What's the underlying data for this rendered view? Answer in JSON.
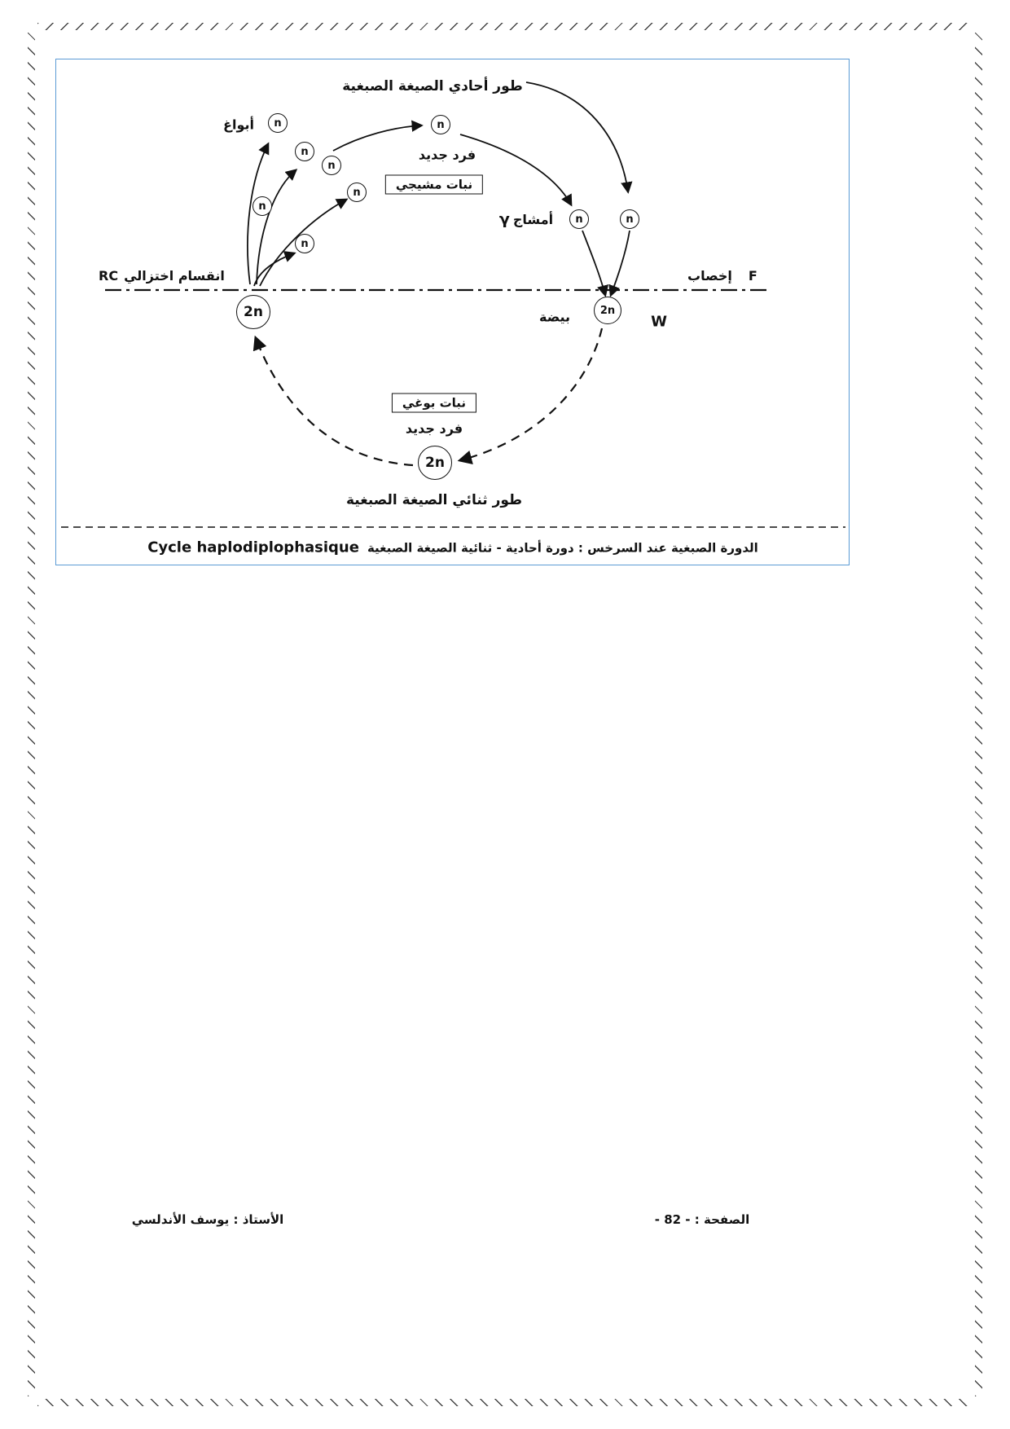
{
  "colors": {
    "box_border": "#5b9bd5",
    "ink": "#111111"
  },
  "diagram": {
    "title_haploid_phase": "طور أحادي الصيغة الصبغية",
    "title_diploid_phase": "طور ثنائي الصيغة الصبغية",
    "spores_label": "أبواغ",
    "n_label": "n",
    "label_2n": "2n",
    "new_individual_top": "فرد جديد",
    "gametophyte_box": "نبات مشيجي",
    "gametes_label": "أمشاج",
    "gametes_symbol": "γ",
    "reduction_abbr": "RC",
    "reduction_label": "انقسام اختزالي",
    "fertilization_label": "إخصاب",
    "fertilization_abbr": "F",
    "egg_label": "بيضة",
    "zygote_symbol": "W",
    "sporophyte_box": "نبات بوغي",
    "new_individual_bottom": "فرد جديد",
    "caption_ar": "الدورة الصبغية عند السرخس : دورة أحادية - ثنائية الصيغة الصبغية",
    "caption_latin": "Cycle haplodiplophasique"
  },
  "footer": {
    "teacher": "الأستاذ : يوسف الأندلسي",
    "page": "الصفحة : - 82 -"
  }
}
